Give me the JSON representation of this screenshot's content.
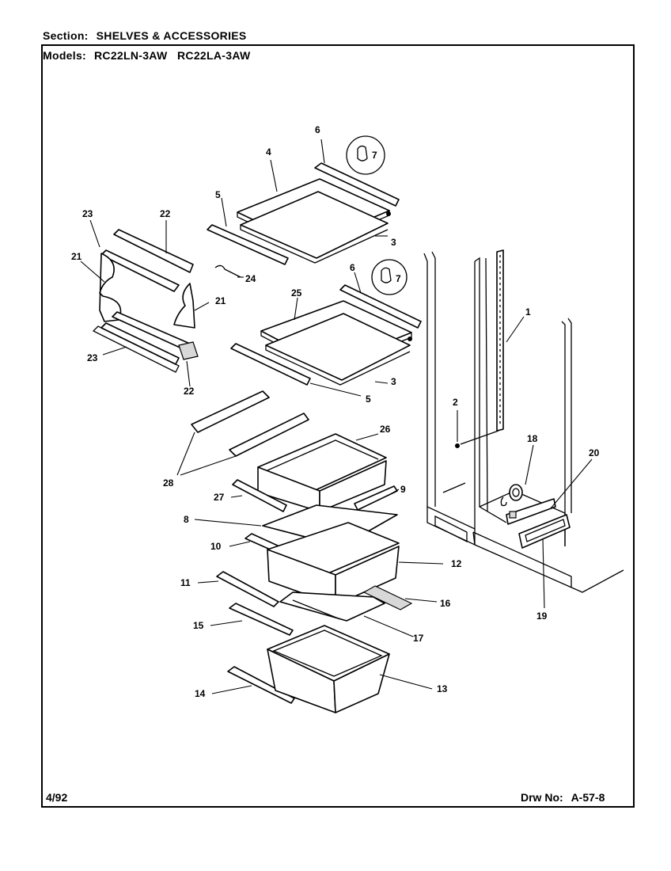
{
  "header": {
    "section_label": "Section:",
    "section_value": "SHELVES & ACCESSORIES",
    "models_label": "Models:",
    "models_value": "RC22LN-3AW   RC22LA-3AW"
  },
  "footer": {
    "date": "4/92",
    "drawing_label": "Drw No:",
    "drawing_number": "A-57-8"
  },
  "callouts": {
    "c1": "1",
    "c2": "2",
    "c3a": "3",
    "c3b": "3",
    "c4": "4",
    "c5a": "5",
    "c5b": "5",
    "c6a": "6",
    "c6b": "6",
    "c7a": "7",
    "c7b": "7",
    "c8": "8",
    "c9": "9",
    "c10": "10",
    "c11": "11",
    "c12": "12",
    "c13": "13",
    "c14": "14",
    "c15": "15",
    "c16": "16",
    "c17": "17",
    "c18": "18",
    "c19": "19",
    "c20": "20",
    "c21a": "21",
    "c21b": "21",
    "c22a": "22",
    "c22b": "22",
    "c23a": "23",
    "c23b": "23",
    "c24": "24",
    "c25": "25",
    "c26": "26",
    "c27": "27",
    "c28": "28"
  }
}
